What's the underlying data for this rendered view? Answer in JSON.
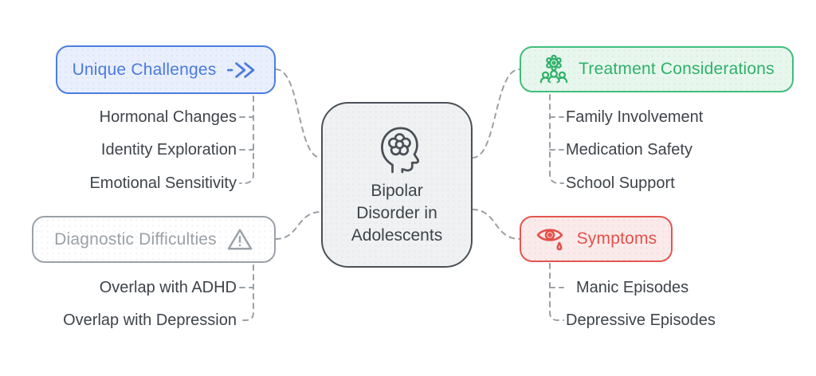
{
  "title": "Bipolar Disorder in Adolescents mind map",
  "center_node": {
    "icon": "head-flower-icon",
    "lines": [
      "Bipolar",
      "Disorder in",
      "Adolescents"
    ]
  },
  "branches": {
    "unique_challenges": {
      "label": "Unique Challenges",
      "icon": "fast-forward-icon",
      "accent": "#4a7be0",
      "items": [
        "Hormonal Changes",
        "Identity Exploration",
        "Emotional Sensitivity"
      ]
    },
    "diagnostic_difficulties": {
      "label": "Diagnostic Difficulties",
      "icon": "warning-triangle-icon",
      "accent": "#9ba1a7",
      "items": [
        "Overlap with ADHD",
        "Overlap with Depression"
      ]
    },
    "treatment_considerations": {
      "label": "Treatment Considerations",
      "icon": "team-gear-icon",
      "accent": "#2fb169",
      "items": [
        "Family Involvement",
        "Medication Safety",
        "School Support"
      ]
    },
    "symptoms": {
      "label": "Symptoms",
      "icon": "eye-tear-icon",
      "accent": "#e3514a",
      "items": [
        "Manic Episodes",
        "Depressive Episodes"
      ]
    }
  },
  "colors": {
    "blue_border": "#4b7ee2",
    "blue_bg": "#e9effc",
    "green_border": "#3fbe7a",
    "green_bg": "#e8f7ee",
    "red_border": "#e4564e",
    "red_bg": "#fbeaea",
    "gray_border": "#9ba1a7",
    "gray_bg": "#ffffff",
    "center_border": "#4b5056",
    "center_bg": "#f0f1f2",
    "item_text": "#3e4349",
    "connector": "#9aa0a6"
  }
}
